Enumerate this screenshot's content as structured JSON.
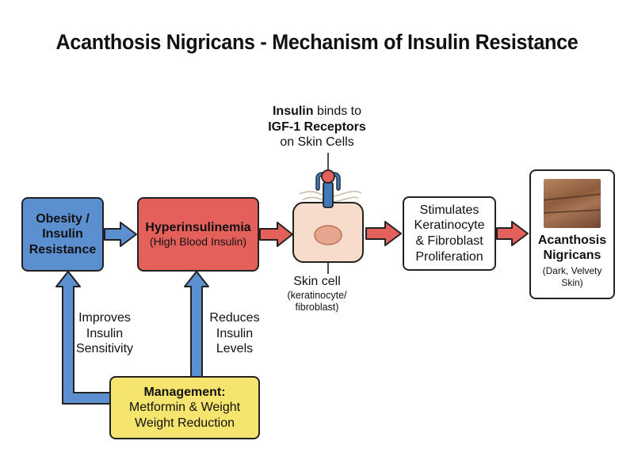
{
  "title": "Acanthosis Nigricans - Mechanism of Insulin Resistance",
  "nodes": {
    "obesity": {
      "line1": "Obesity /",
      "line2": "Insulin",
      "line3": "Resistance"
    },
    "hyperinsulinemia": {
      "line1": "Hyperinsulinemia",
      "line2": "(High Blood Insulin)"
    },
    "binding": {
      "line1_bold": "Insulin",
      "line1_rest": " binds to",
      "line2": "IGF-1 Receptors",
      "line3": "on Skin Cells"
    },
    "skin_cell": {
      "line1": "Skin cell",
      "line2": "(keratinocyte/",
      "line3": "fibroblast)"
    },
    "stimulates": {
      "line1": "Stimulates",
      "line2": "Keratinocyte",
      "line3": "& Fibroblast",
      "line4": "Proliferation"
    },
    "acanthosis": {
      "line1": "Acanthosis",
      "line2": "Nigricans",
      "line3": "(Dark, Velvety",
      "line4": "Skin)"
    },
    "management": {
      "line1": "Management:",
      "line2": "Metformin & Weight",
      "line3": "Weight Reduction"
    }
  },
  "arrow_labels": {
    "improves": {
      "line1": "Improves",
      "line2": "Insulin",
      "line3": "Sensitivity"
    },
    "reduces": {
      "line1": "Reduces",
      "line2": "Insulin",
      "line3": "Levels"
    }
  },
  "colors": {
    "obesity_fill": "#5b8fd0",
    "hyperinsulinemia_fill": "#e4605a",
    "management_fill": "#f5e46e",
    "blue_arrow": "#5b8fd0",
    "red_arrow": "#e4605a",
    "cell_fill": "#f7dccb",
    "nucleus_fill": "#e7a590"
  }
}
